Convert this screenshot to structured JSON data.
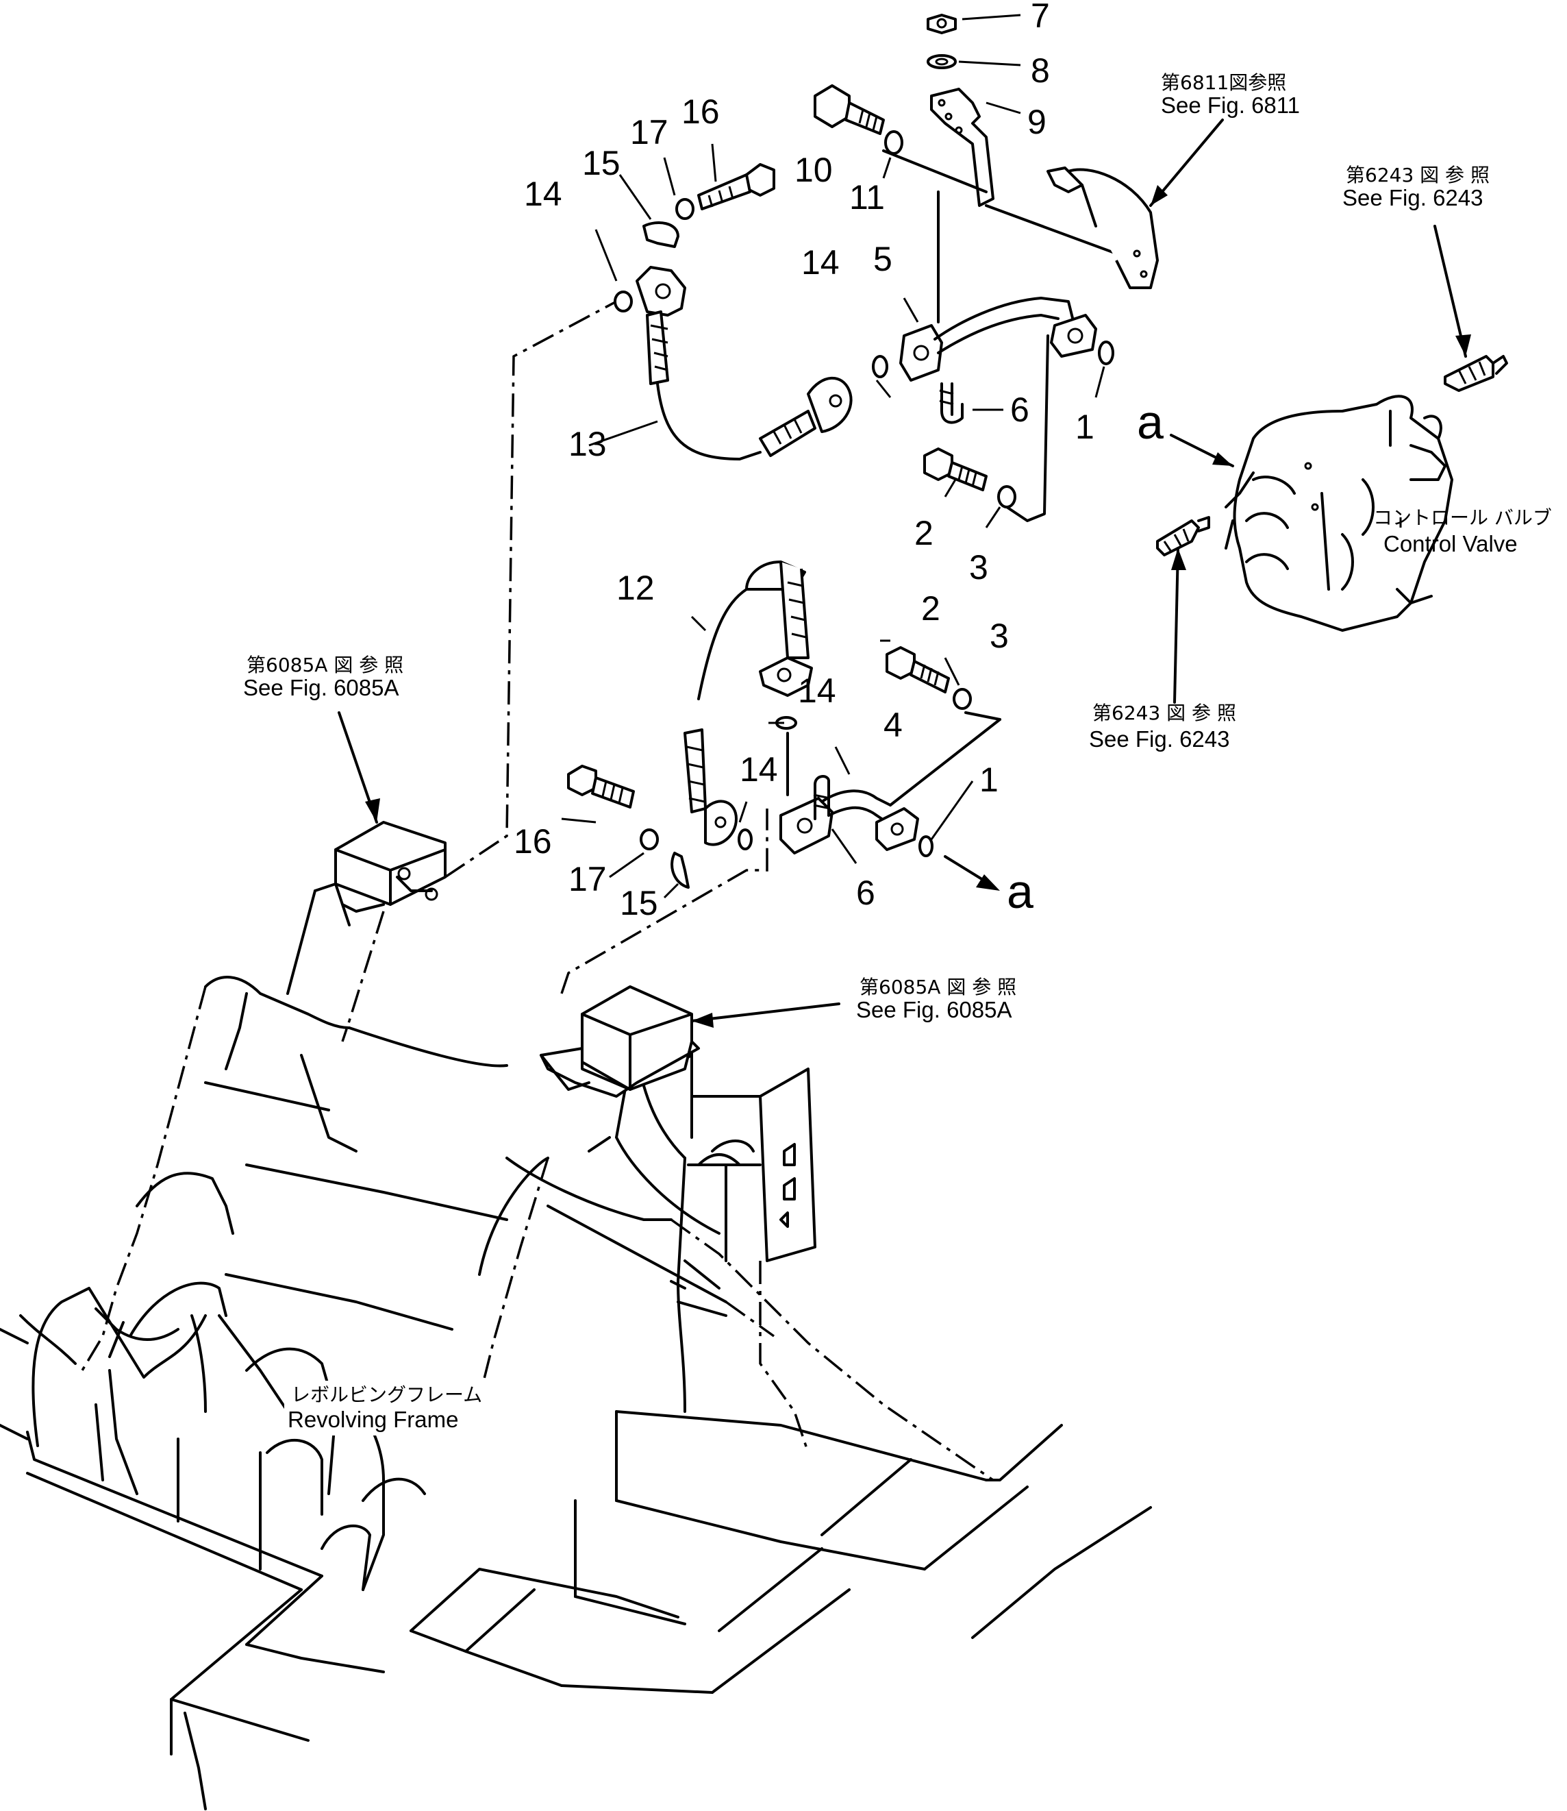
{
  "part_numbers": {
    "p1a": "1",
    "p1b": "1",
    "p2a": "2",
    "p2b": "2",
    "p3a": "3",
    "p3b": "3",
    "p4": "4",
    "p5": "5",
    "p6a": "6",
    "p6b": "6",
    "p7": "7",
    "p8": "8",
    "p9": "9",
    "p10": "10",
    "p11": "11",
    "p12": "12",
    "p13": "13",
    "p14a": "14",
    "p14b": "14",
    "p14c": "14",
    "p14d": "14",
    "p15a": "15",
    "p15b": "15",
    "p16a": "16",
    "p16b": "16",
    "p17a": "17",
    "p17b": "17"
  },
  "letters": {
    "a_top": "a",
    "a_bottom": "a"
  },
  "references": {
    "fig6811": {
      "jp": "第6811図参照",
      "en": "See Fig. 6811"
    },
    "fig6243_top": {
      "jp": "第6243 図 参 照",
      "en": "See Fig. 6243"
    },
    "fig6243_bottom": {
      "jp": "第6243 図 参 照",
      "en": "See Fig. 6243"
    },
    "fig6085a_left": {
      "jp": "第6085A 図 参 照",
      "en": "See Fig. 6085A"
    },
    "fig6085a_right": {
      "jp": "第6085A 図 参 照",
      "en": "See Fig. 6085A"
    }
  },
  "components": {
    "control_valve": {
      "jp": "コントロール バルブ",
      "en": "Control Valve"
    },
    "revolving_frame": {
      "jp": "レボルビングフレーム",
      "en": "Revolving Frame"
    }
  }
}
